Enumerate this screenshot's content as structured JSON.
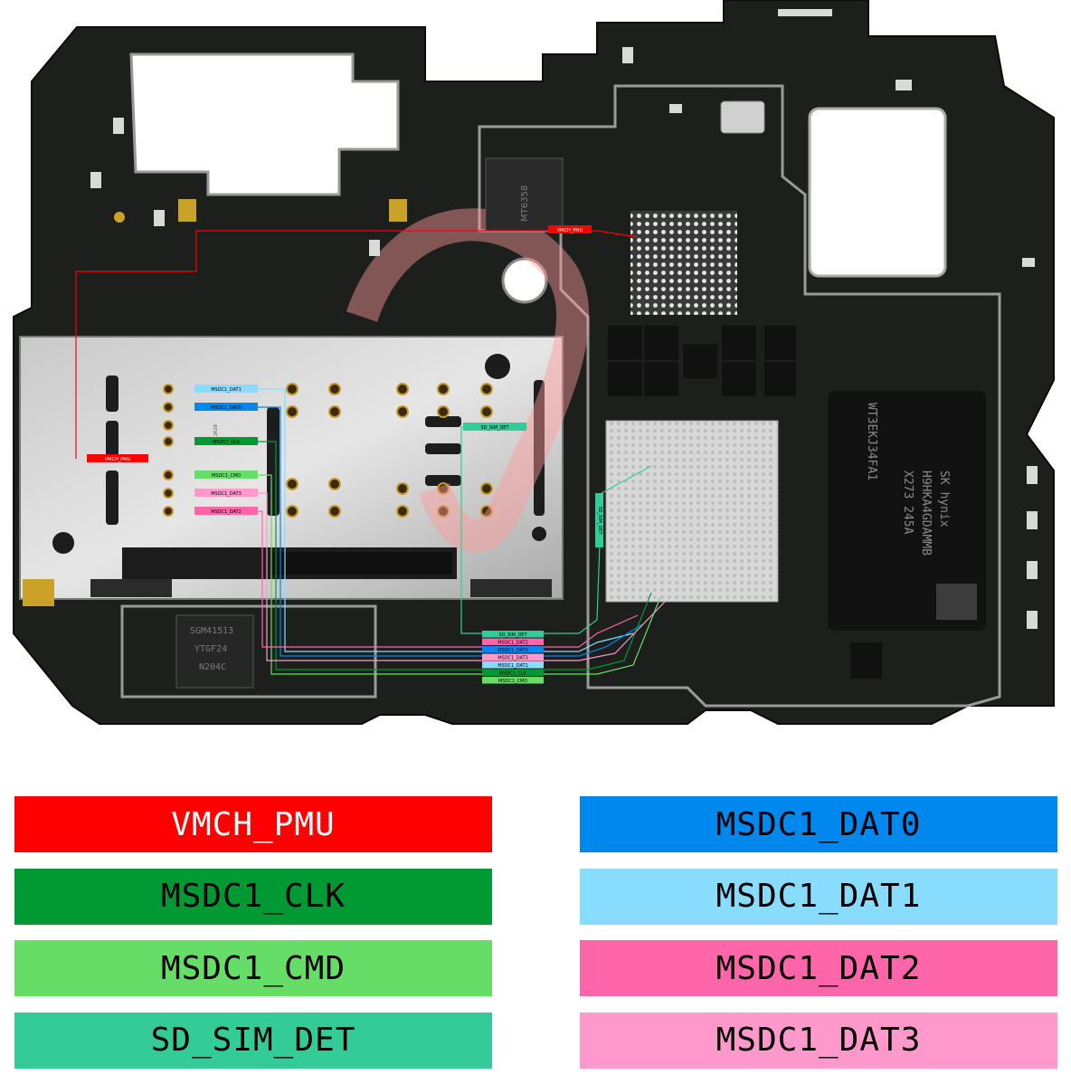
{
  "legend": {
    "left": [
      {
        "label": "VMCH_PMU",
        "color": "#ff0000",
        "text_color": "#ffffff"
      },
      {
        "label": "MSDC1_CLK",
        "color": "#009933",
        "text_color": "#000000"
      },
      {
        "label": "MSDC1_CMD",
        "color": "#66dd66",
        "text_color": "#000000"
      },
      {
        "label": "SD_SIM_DET",
        "color": "#33cc99",
        "text_color": "#000000"
      }
    ],
    "right": [
      {
        "label": "MSDC1_DAT0",
        "color": "#0088ee",
        "text_color": "#000000"
      },
      {
        "label": "MSDC1_DAT1",
        "color": "#88ddff",
        "text_color": "#000000"
      },
      {
        "label": "MSDC1_DAT2",
        "color": "#ff66aa",
        "text_color": "#000000"
      },
      {
        "label": "MSDC1_DAT3",
        "color": "#ff99cc",
        "text_color": "#000000"
      }
    ]
  },
  "board_tags": {
    "vmch_top": "VMCH_PMU",
    "vmch_left": "VMCH_PMU",
    "dat1": "MSDC1_DAT1",
    "dat0": "MSDC1_DAT0",
    "clk": "MSDC1_CLK",
    "cmd": "MSDC1_CMD",
    "dat3": "MSDC1_DAT3",
    "dat2": "MSDC1_DAT2",
    "sd_sim_det": "SD_SIM_DET",
    "sd_sim_det_v": "SD_SIM_DET",
    "stack": [
      "SD_SIM_DET",
      "MSDC1_DAT2",
      "MSDC1_DAT0",
      "MSDC1_DAT3",
      "MSDC1_DAT1",
      "MSDC1_CLK",
      "MSDC1_CMD"
    ]
  },
  "chip_text": {
    "mem_brand": "SK hynix",
    "mem_part": "H9HKA4GDAMMB",
    "mem_code": "X273 245A",
    "mem_side": "WT3EKJ34FA1",
    "pmic": "MT6358",
    "regulator": "SGM41513",
    "regulator_code": "YTGF24",
    "regulator_lot": "N204C",
    "tray_mark": "2K29"
  }
}
